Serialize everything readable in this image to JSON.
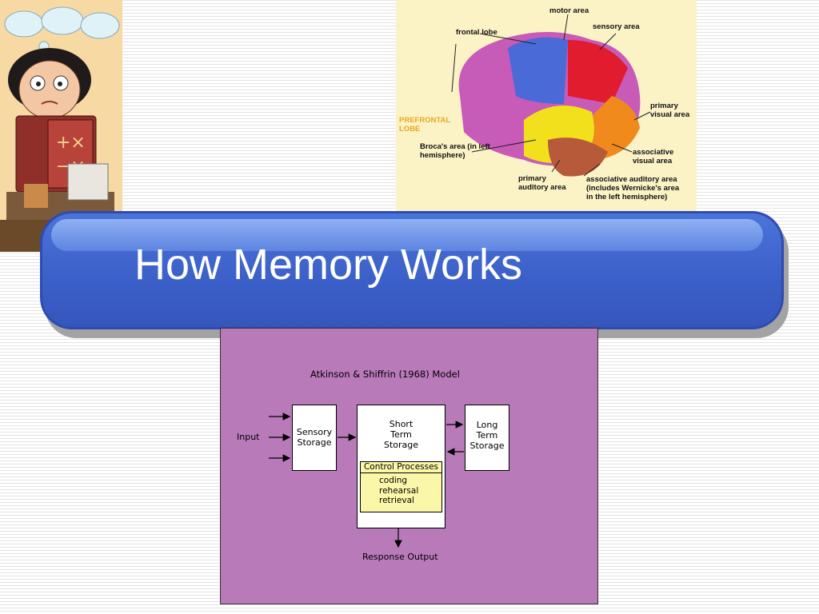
{
  "slide": {
    "title": "How Memory Works"
  },
  "brain_figure": {
    "labels": {
      "motor_area": "motor area",
      "frontal_lobe": "frontal lobe",
      "sensory_area": "sensory area",
      "primary_visual_area": "primary\nvisual area",
      "prefrontal_lobe": "PREFRONTAL\nLOBE",
      "brocas_area": "Broca's area (in left\nhemisphere)",
      "associative_visual_area": "associative\nvisual area",
      "primary_auditory_area": "primary\nauditory area",
      "associative_auditory_area": "associative auditory area\n(includes Wernicke's area\nin the left hemisphere)"
    }
  },
  "model_diagram": {
    "title": "Atkinson & Shiffrin (1968) Model",
    "input_label": "Input",
    "sensory_storage": "Sensory\nStorage",
    "short_term_storage": "Short\nTerm\nStorage",
    "long_term_storage": "Long\nTerm\nStorage",
    "control_processes_title": "Control Processes",
    "control_processes": [
      "coding",
      "rehearsal",
      "retrieval"
    ],
    "response_output": "Response Output"
  },
  "colors": {
    "banner_blue": "#3b5fc8",
    "diagram_bg": "#b97ab9",
    "control_box": "#fbf7a8",
    "prefrontal_label": "#e8a81f"
  }
}
